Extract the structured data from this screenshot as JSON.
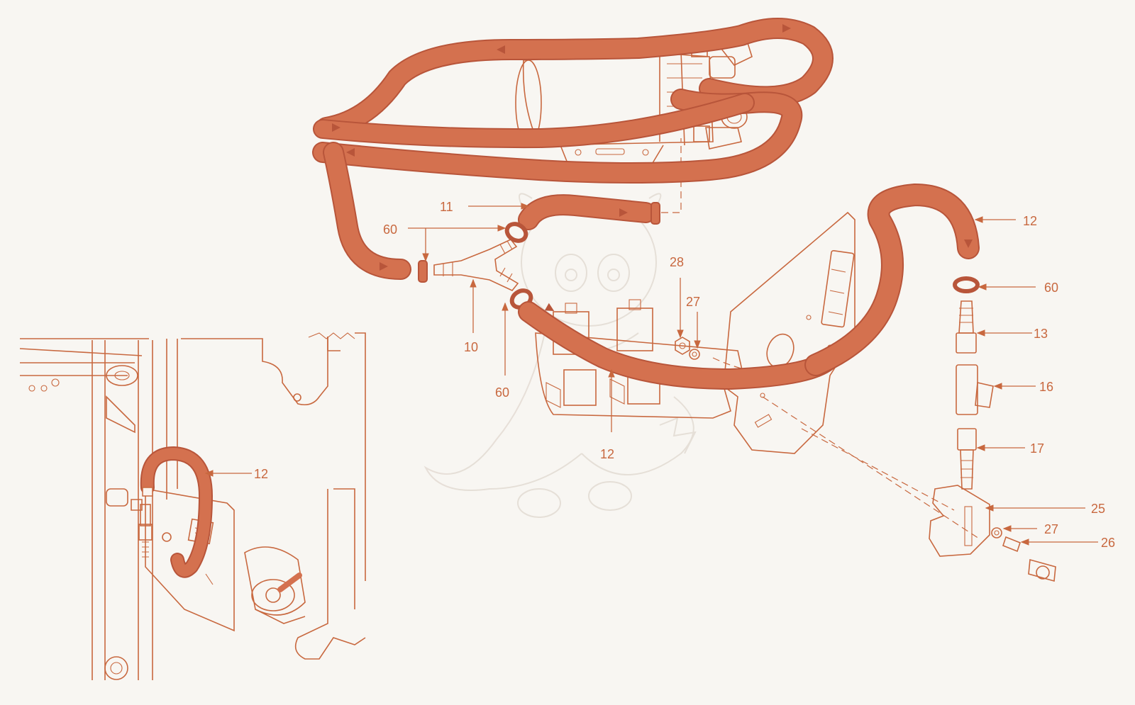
{
  "colors": {
    "background": "#f8f6f2",
    "hose": "#d4714f",
    "hose_dark": "#b8553a",
    "line": "#c8683f",
    "part_fill": "#fbf4ee",
    "watermark": "#e4ddd5"
  },
  "callouts": [
    {
      "id": "c11",
      "label": "11"
    },
    {
      "id": "c60a",
      "label": "60"
    },
    {
      "id": "c10",
      "label": "10"
    },
    {
      "id": "c60b",
      "label": "60"
    },
    {
      "id": "c28",
      "label": "28"
    },
    {
      "id": "c27a",
      "label": "27"
    },
    {
      "id": "c12a",
      "label": "12"
    },
    {
      "id": "c12b",
      "label": "12"
    },
    {
      "id": "c60c",
      "label": "60"
    },
    {
      "id": "c13",
      "label": "13"
    },
    {
      "id": "c16",
      "label": "16"
    },
    {
      "id": "c17",
      "label": "17"
    },
    {
      "id": "c25",
      "label": "25"
    },
    {
      "id": "c27b",
      "label": "27"
    },
    {
      "id": "c26",
      "label": "26"
    },
    {
      "id": "c12c",
      "label": "12"
    }
  ],
  "watermark": "dragon-mascot-watermark"
}
